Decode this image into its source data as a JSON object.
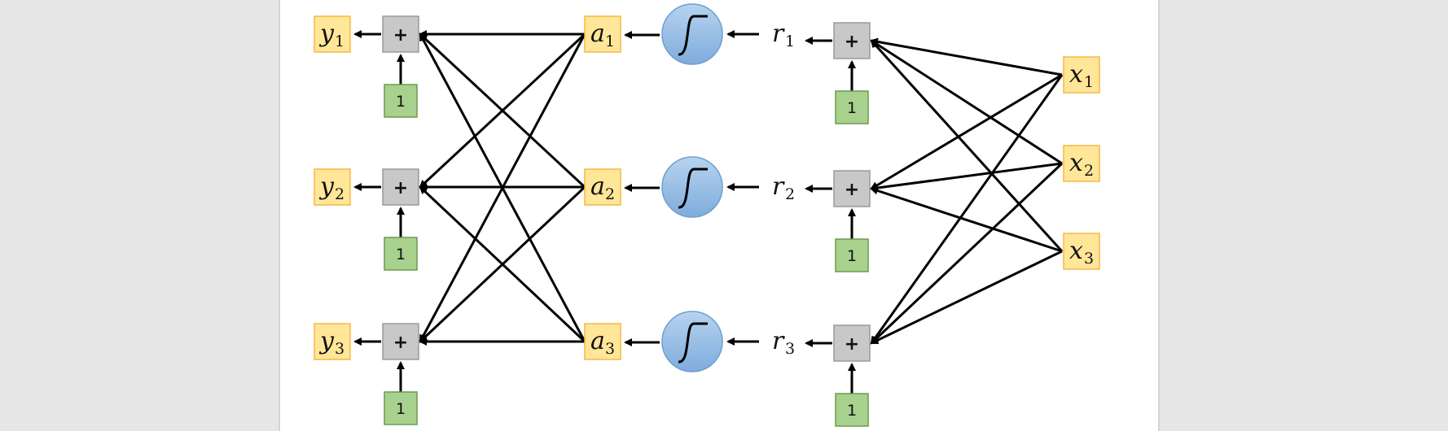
{
  "diagram": {
    "outputs": [
      {
        "var": "y",
        "sub": "1"
      },
      {
        "var": "y",
        "sub": "2"
      },
      {
        "var": "y",
        "sub": "3"
      }
    ],
    "activations": [
      {
        "var": "a",
        "sub": "1"
      },
      {
        "var": "a",
        "sub": "2"
      },
      {
        "var": "a",
        "sub": "3"
      }
    ],
    "preactivations": [
      {
        "var": "r",
        "sub": "1"
      },
      {
        "var": "r",
        "sub": "2"
      },
      {
        "var": "r",
        "sub": "3"
      }
    ],
    "inputs": [
      {
        "var": "x",
        "sub": "1"
      },
      {
        "var": "x",
        "sub": "2"
      },
      {
        "var": "x",
        "sub": "3"
      }
    ],
    "sum_symbol": "+",
    "bias_value": "1",
    "activation_icon": "sigmoid-icon",
    "colors": {
      "variable_box_fill": "#ffe699",
      "variable_box_border": "#f5b942",
      "sum_box_fill": "#c8c8c8",
      "sum_box_border": "#9a9a9a",
      "bias_box_fill": "#a9d18e",
      "bias_box_border": "#6a9a50",
      "activation_fill": "#9dc3e6",
      "activation_border": "#6d9fd0",
      "arrow": "#000000"
    }
  }
}
